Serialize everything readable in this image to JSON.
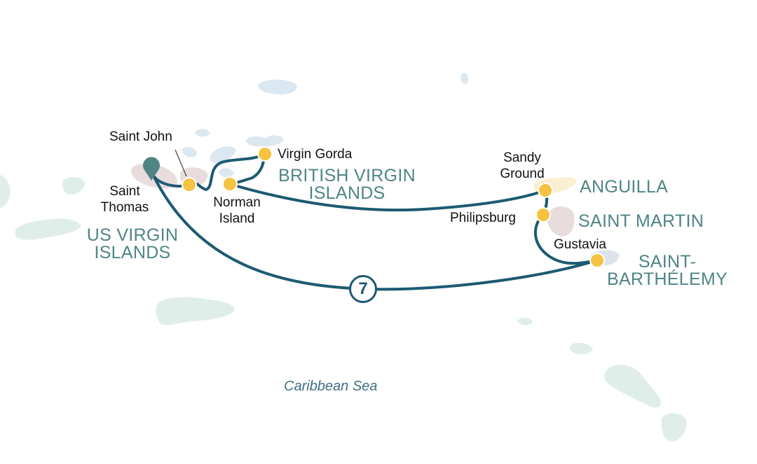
{
  "map": {
    "sea_label": "Caribbean Sea",
    "colors": {
      "route": "#1c5a72",
      "port_marker": "#f5c241",
      "start_pin": "#4f8684",
      "region_label": "#4e8585",
      "land_light_blue": "#dbe7f1",
      "land_light_green": "#dfeee9",
      "land_pink": "#e9dcdc",
      "land_cream": "#fbefd1"
    },
    "regions": {
      "us_virgin_islands": [
        "US VIRGIN",
        "ISLANDS"
      ],
      "british_virgin_islands": [
        "BRITISH VIRGIN",
        "ISLANDS"
      ],
      "anguilla": "ANGUILLA",
      "saint_martin": "SAINT MARTIN",
      "saint_barthelemy": [
        "SAINT-",
        "BARTHÉLEMY"
      ]
    },
    "ports": {
      "saint_thomas": [
        "Saint",
        "Thomas"
      ],
      "saint_john": "Saint John",
      "virgin_gorda": "Virgin Gorda",
      "norman_island": [
        "Norman",
        "Island"
      ],
      "sandy_ground": [
        "Sandy",
        "Ground"
      ],
      "philipsburg": "Philipsburg",
      "gustavia": "Gustavia"
    },
    "route": {
      "duration_badge": "7",
      "start_icon": "map-pin-icon",
      "port_icon": "port-dot-icon"
    }
  }
}
